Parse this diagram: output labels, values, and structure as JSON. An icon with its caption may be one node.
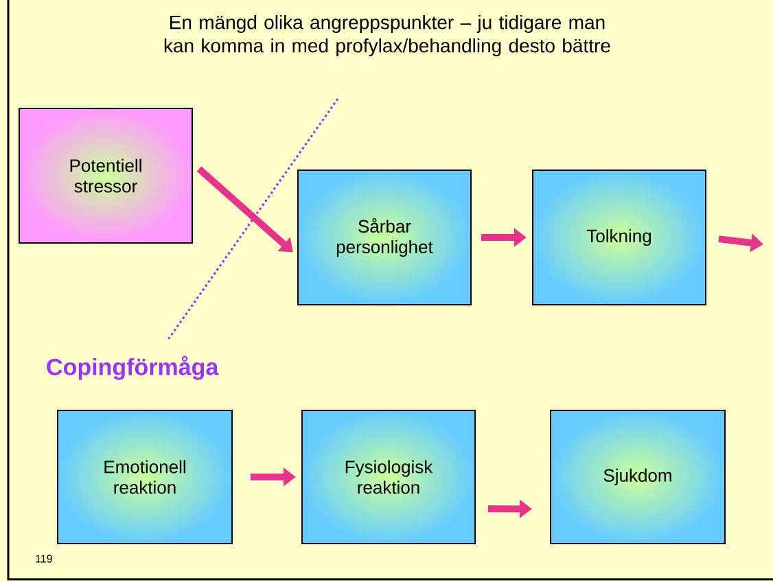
{
  "diagram": {
    "title": "En mängd olika angreppspunkter – ju tidigare man kan komma in med profylax/behandling desto bättre",
    "nodes": [
      {
        "text": [
          "Potentiell stressor"
        ]
      },
      {
        "text": [
          "Sårbar personlighet"
        ]
      },
      {
        "text": [
          "Tolkning"
        ]
      },
      {
        "text": [
          "Emotionell reaktion"
        ]
      },
      {
        "text": [
          "Fysiologisk reaktion"
        ]
      },
      {
        "text": [
          "Sjukdom"
        ]
      }
    ],
    "edges": [
      {
        "from": 0,
        "to": 1,
        "arrow": "to"
      },
      {
        "from": 1,
        "to": 2,
        "arrow": "to"
      },
      {
        "from": 2,
        "to": null,
        "arrow": "to"
      },
      {
        "from": 3,
        "to": 4,
        "arrow": "to"
      },
      {
        "from": 4,
        "to": 5,
        "arrow": "to"
      }
    ],
    "labels": [
      "Copingförmåga",
      "119"
    ]
  }
}
